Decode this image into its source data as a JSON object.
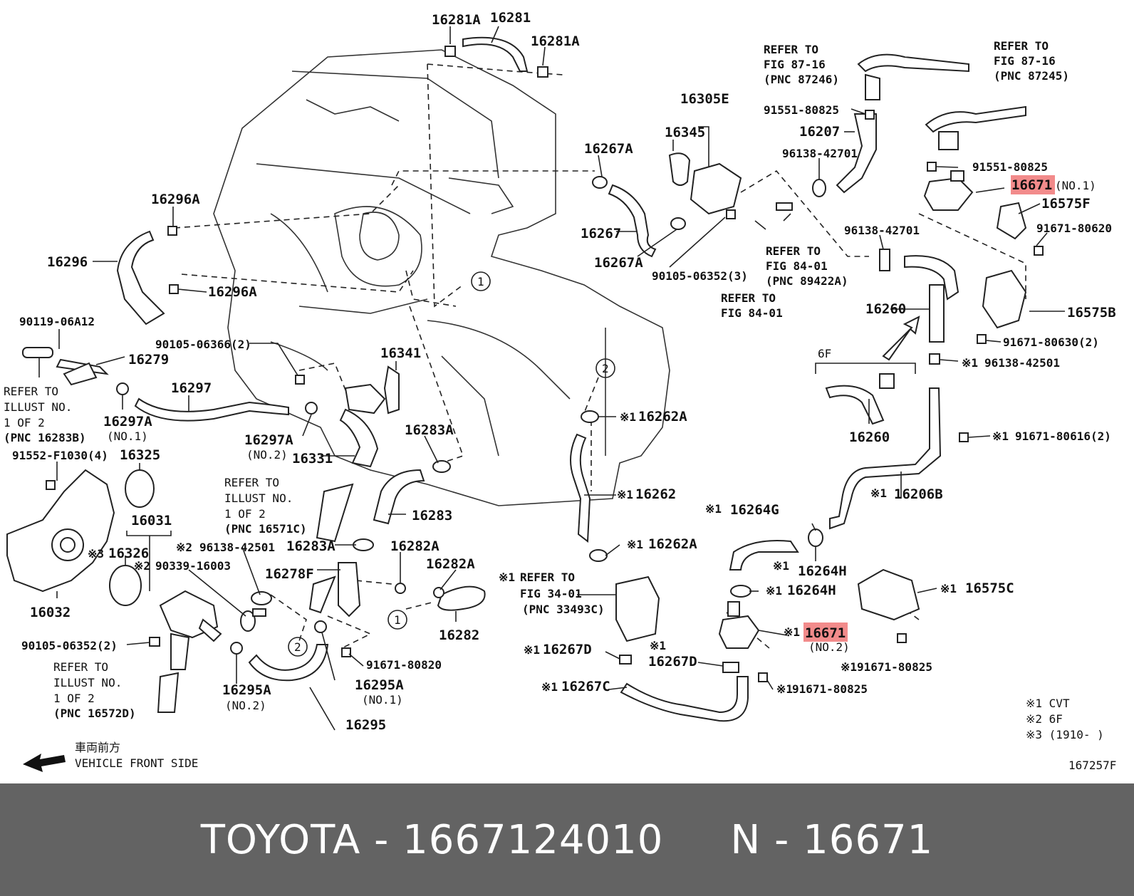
{
  "labels": {
    "l16281A_a": "16281A",
    "l16281": "16281",
    "l16281A_b": "16281A",
    "l16305E": "16305E",
    "l16345": "16345",
    "l16267A_a": "16267A",
    "l16267": "16267",
    "l16267A_b": "16267A",
    "l90105_3": "90105-06352(3)",
    "l16296A_a": "16296A",
    "l16296": "16296",
    "l16296A_b": "16296A",
    "l90119": "90119-06A12",
    "l16279": "16279",
    "l90105_2a": "90105-06366(2)",
    "l16341": "16341",
    "l16297": "16297",
    "l16297A_a": "16297A",
    "l16297A_a_no": "(NO.1)",
    "l16297A_b": "16297A",
    "l16297A_b_no": "(NO.2)",
    "l16331": "16331",
    "l16283A_a": "16283A",
    "l16283": "16283",
    "l16283A_b": "16283A",
    "l16282A_a": "16282A",
    "l16282A_b": "16282A",
    "l16282": "16282",
    "l16278F": "16278F",
    "l91552": "91552-F1030(4)",
    "l16325": "16325",
    "l16031": "16031",
    "l16326": "16326",
    "l16032": "16032",
    "l96138_a": "96138-42501",
    "l90339": "90339-16003",
    "l90105_2b": "90105-06352(2)",
    "l16295A_a": "16295A",
    "l16295A_a_no": "(NO.2)",
    "l16295A_b": "16295A",
    "l16295A_b_no": "(NO.1)",
    "l16295": "16295",
    "l91671_80820": "91671-80820",
    "l16262A_a": "16262A",
    "l16262": "16262",
    "l16262A_b": "16262A",
    "l16267D_a": "16267D",
    "l16267D_b": "16267D",
    "l16267C": "16267C",
    "l16264G": "16264G",
    "l16264H_a": "16264H",
    "l16264H_b": "16264H",
    "l16671_no2": "16671",
    "l16671_no2_sub": "(NO.2)",
    "l91671_80825_a": "91671-80825",
    "l91671_80825_b": "91671-80825",
    "l16575C": "16575C",
    "l91551_a": "91551-80825",
    "l16207": "16207",
    "l96138_42701_a": "96138-42701",
    "l91551_b": "91551-80825",
    "l16671_no1": "16671",
    "l16671_no1_sub": "(NO.1)",
    "l16575F": "16575F",
    "l91671_80620": "91671-80620",
    "l96138_42701_b": "96138-42701",
    "l16260_a": "16260",
    "l16575B": "16575B",
    "l91671_80630": "91671-80630(2)",
    "l6F": "6F",
    "l16260_b": "16260",
    "l96138_42501_b": "96138-42501",
    "l91671_80616": "91671-80616(2)",
    "l16206B": "16206B",
    "circle_1": "1",
    "circle_2": "2"
  },
  "refer_notes": {
    "fig87_16_a": [
      "REFER TO",
      "FIG 87-16",
      "(PNC 87246)"
    ],
    "fig87_16_b": [
      "REFER TO",
      "FIG 87-16",
      "(PNC 87245)"
    ],
    "fig84_01_a": [
      "REFER TO",
      "FIG 84-01",
      "(PNC 89422A)"
    ],
    "fig84_01_b": [
      "REFER TO",
      "FIG 84-01"
    ],
    "illust_16283B": [
      "REFER TO",
      "ILLUST NO.",
      "1 OF 2",
      "(PNC 16283B)"
    ],
    "illust_16571C": [
      "REFER TO",
      "ILLUST NO.",
      "1 OF 2",
      "(PNC 16571C)"
    ],
    "illust_16572D": [
      "REFER TO",
      "ILLUST NO.",
      "1 OF 2",
      "(PNC 16572D)"
    ],
    "fig34_01": [
      "REFER TO",
      "FIG 34-01",
      "(PNC 33493C)"
    ]
  },
  "marks": {
    "m1": "※1",
    "m2": "※2",
    "m3": "※3"
  },
  "legend": {
    "cvt": "※1 CVT",
    "six_f": "※2 6F",
    "note3": "※3 (1910-      )"
  },
  "direction": {
    "jp": "車両前方",
    "en": "VEHICLE FRONT SIDE"
  },
  "figure_code": "167257F",
  "highlight_color": "#f28b8b",
  "footer": {
    "text": "TOYOTA - 1667124010     N - 16671"
  }
}
